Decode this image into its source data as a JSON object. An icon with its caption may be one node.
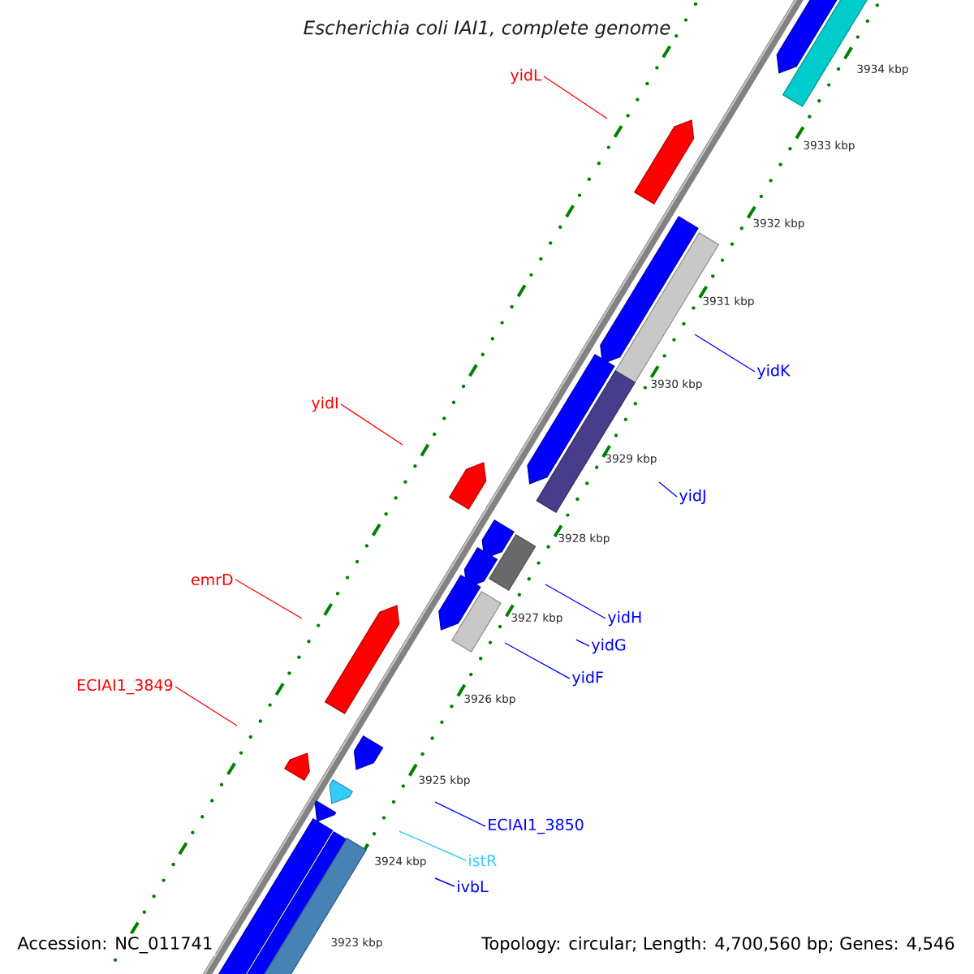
{
  "diagram": {
    "title": "Escherichia coli IAI1, complete genome",
    "nodes": [
      {
        "text": [
          "yidL"
        ]
      },
      {
        "text": [
          "yidI"
        ]
      },
      {
        "text": [
          "emrD"
        ]
      },
      {
        "text": [
          "ECIAI1_3849"
        ]
      },
      {
        "text": [
          "yidK"
        ]
      },
      {
        "text": [
          "yidJ"
        ]
      },
      {
        "text": [
          "yidH"
        ]
      },
      {
        "text": [
          "yidG"
        ]
      },
      {
        "text": [
          "yidF"
        ]
      },
      {
        "text": [
          "ECIAI1_3850"
        ]
      },
      {
        "text": [
          "istR"
        ]
      },
      {
        "text": [
          "ivbL"
        ]
      }
    ],
    "edges": [
      {
        "from": 0,
        "to": null,
        "arrow": "none",
        "color": "#ff0000"
      },
      {
        "from": 1,
        "to": null,
        "arrow": "none",
        "color": "#ff0000"
      },
      {
        "from": 2,
        "to": null,
        "arrow": "none",
        "color": "#ff0000"
      },
      {
        "from": 3,
        "to": null,
        "arrow": "none",
        "color": "#ff0000"
      },
      {
        "from": 4,
        "to": null,
        "arrow": "none"
      },
      {
        "from": 5,
        "to": null,
        "arrow": "none"
      },
      {
        "from": 6,
        "to": null,
        "arrow": "none"
      },
      {
        "from": 7,
        "to": null,
        "arrow": "none"
      },
      {
        "from": 8,
        "to": null,
        "arrow": "none"
      },
      {
        "from": 9,
        "to": null,
        "arrow": "none"
      },
      {
        "from": 10,
        "to": null,
        "arrow": "none",
        "color": "#33ccff"
      },
      {
        "from": 11,
        "to": null,
        "arrow": "none"
      }
    ],
    "labels": [
      "3934 kbp",
      "3933 kbp",
      "3932 kbp",
      "3931 kbp",
      "3930 kbp",
      "3929 kbp",
      "3928 kbp",
      "3927 kbp",
      "3926 kbp",
      "3925 kbp",
      "3924 kbp",
      "3923 kbp",
      "Accession: NC_011741",
      "Topology: circular; Length: 4,700,560 bp; Genes: 4,546"
    ]
  }
}
